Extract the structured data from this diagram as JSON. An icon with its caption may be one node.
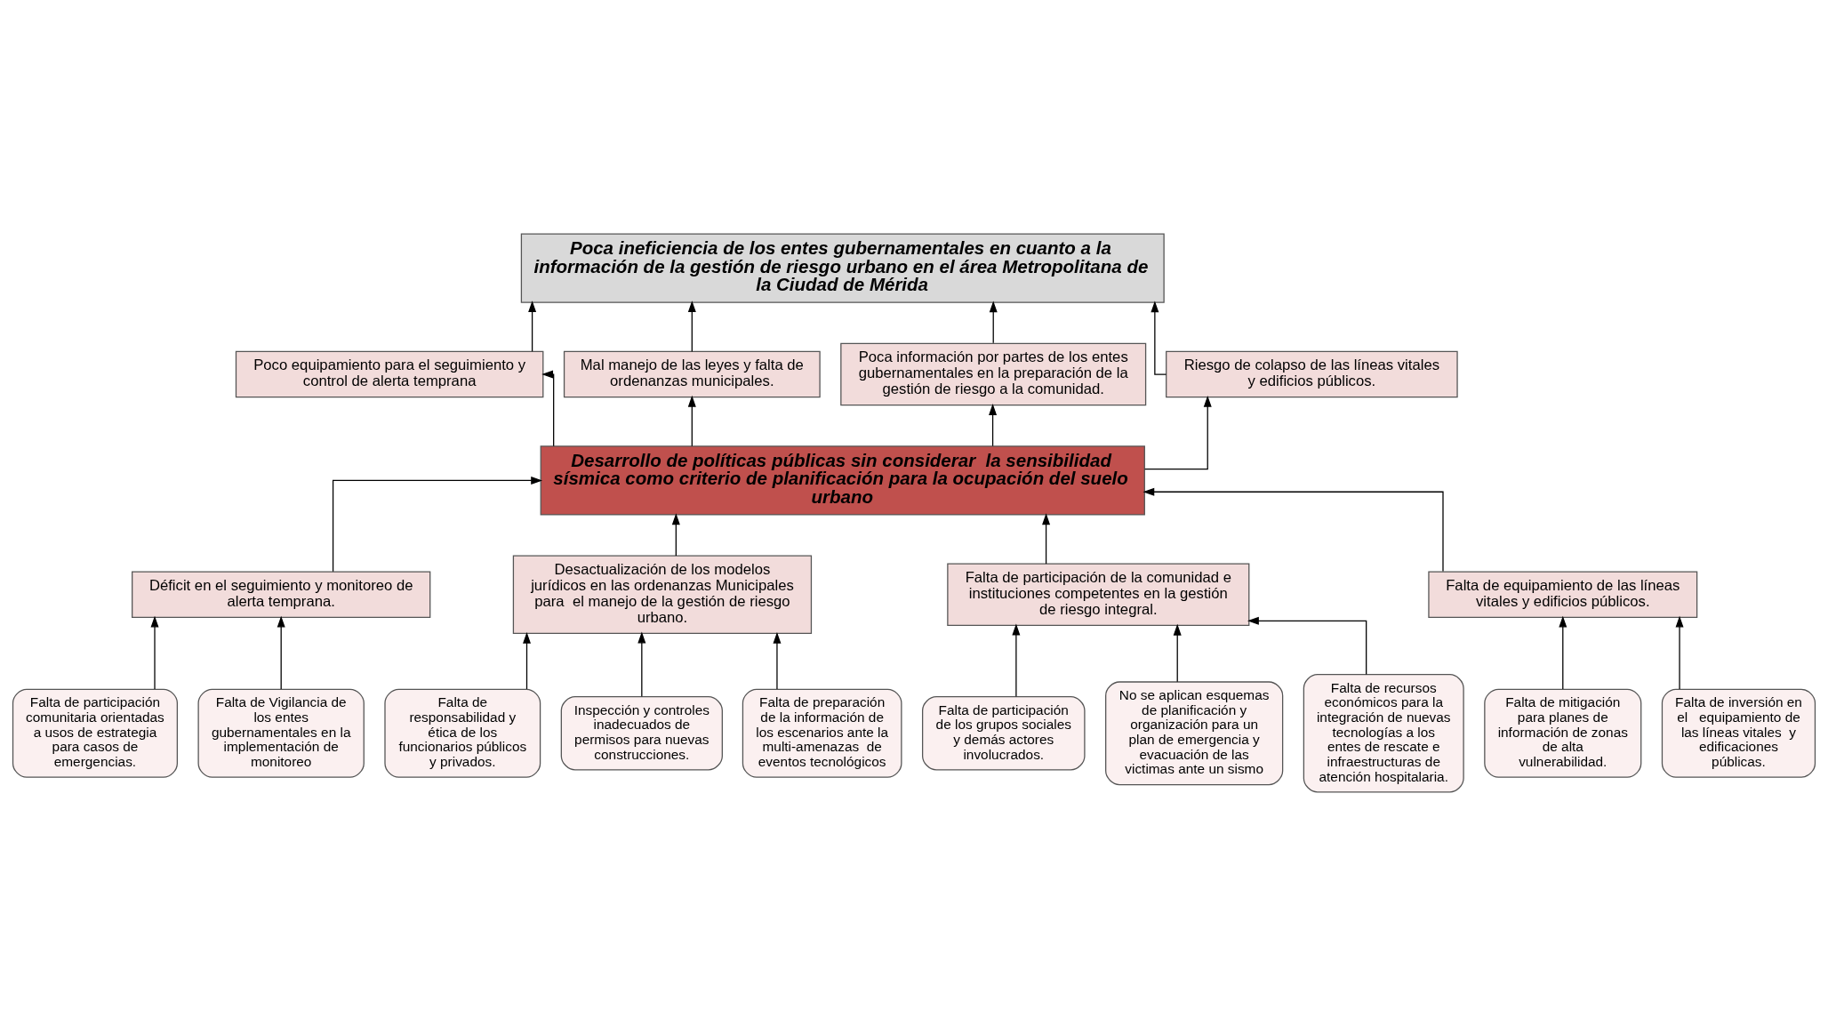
{
  "diagram": {
    "nodes": [
      {
        "text": [
          "Poca ineficiencia de los entes gubernamentales en cuanto a la información de la gestión de riesgo urbano en el área Metropolitana de la Ciudad de Mérida"
        ]
      },
      {
        "text": [
          "Poco equipamiento para el seguimiento y control de alerta temprana"
        ]
      },
      {
        "text": [
          "Mal manejo de las leyes y falta de ordenanzas municipales."
        ]
      },
      {
        "text": [
          "Poca información por partes de los entes gubernamentales en la preparación de la gestión de riesgo a la comunidad."
        ]
      },
      {
        "text": [
          "Riesgo de colapso de las líneas vitales y edificios públicos."
        ]
      },
      {
        "text": [
          "Desarrollo de políticas públicas sin considerar  la sensibilidad sísmica como criterio de planificación para la ocupación del suelo urbano"
        ]
      },
      {
        "text": [
          "Déficit en el seguimiento y monitoreo de alerta temprana."
        ]
      },
      {
        "text": [
          "Desactualización de los modelos jurídicos en las ordenanzas Municipales para  el manejo de la gestión de riesgo urbano."
        ]
      },
      {
        "text": [
          "Falta de participación de la comunidad e instituciones competentes en la gestión de riesgo integral."
        ]
      },
      {
        "text": [
          "Falta de equipamiento de las líneas vitales y edificios públicos."
        ]
      },
      {
        "text": [
          "Falta de participación comunitaria orientadas a usos de estrategia para casos de emergencias."
        ]
      },
      {
        "text": [
          "Falta de Vigilancia de los entes gubernamentales en la implementación de monitoreo"
        ]
      },
      {
        "text": [
          "Falta de  responsabilidad y ética de los funcionarios públicos y privados."
        ]
      },
      {
        "text": [
          "Inspección y controles inadecuados de permisos para nuevas construcciones."
        ]
      },
      {
        "text": [
          "Falta de preparación  de la información de los escenarios ante la multi-amenazas  de eventos tecnológicos"
        ]
      },
      {
        "text": [
          "Falta de participación  de los grupos sociales  y demás actores involucrados."
        ]
      },
      {
        "text": [
          "No se aplican esquemas de planificación y organización para un plan de emergencia y evacuación de las victimas ante un sismo"
        ]
      },
      {
        "text": [
          "Falta de recursos económicos para la integración de nuevas tecnologías a los entes de rescate e infraestructuras de atención hospitalaria."
        ]
      },
      {
        "text": [
          "Falta de mitigación para planes de información de zonas de alta vulnerabilidad."
        ]
      },
      {
        "text": [
          "Falta de inversión en el   equipamiento de las líneas vitales  y edificaciones públicas."
        ]
      }
    ],
    "edges": [
      {
        "from": 1,
        "to": 0,
        "arrow": "to"
      },
      {
        "from": 2,
        "to": 0,
        "arrow": "to"
      },
      {
        "from": 3,
        "to": 0,
        "arrow": "to"
      },
      {
        "from": 4,
        "to": 0,
        "arrow": "to"
      },
      {
        "from": 5,
        "to": 1,
        "arrow": "to"
      },
      {
        "from": 5,
        "to": 2,
        "arrow": "to"
      },
      {
        "from": 5,
        "to": 3,
        "arrow": "to"
      },
      {
        "from": 5,
        "to": 4,
        "arrow": "to"
      },
      {
        "from": 6,
        "to": 5,
        "arrow": "to"
      },
      {
        "from": 7,
        "to": 5,
        "arrow": "to"
      },
      {
        "from": 8,
        "to": 5,
        "arrow": "to"
      },
      {
        "from": 9,
        "to": 5,
        "arrow": "to"
      },
      {
        "from": 10,
        "to": 6,
        "arrow": "to"
      },
      {
        "from": 11,
        "to": 6,
        "arrow": "to"
      },
      {
        "from": 12,
        "to": 7,
        "arrow": "to"
      },
      {
        "from": 13,
        "to": 7,
        "arrow": "to"
      },
      {
        "from": 14,
        "to": 7,
        "arrow": "to"
      },
      {
        "from": 15,
        "to": 8,
        "arrow": "to"
      },
      {
        "from": 16,
        "to": 8,
        "arrow": "to"
      },
      {
        "from": 17,
        "to": 8,
        "arrow": "to"
      },
      {
        "from": 18,
        "to": 9,
        "arrow": "to"
      },
      {
        "from": 19,
        "to": 9,
        "arrow": "to"
      }
    ]
  }
}
